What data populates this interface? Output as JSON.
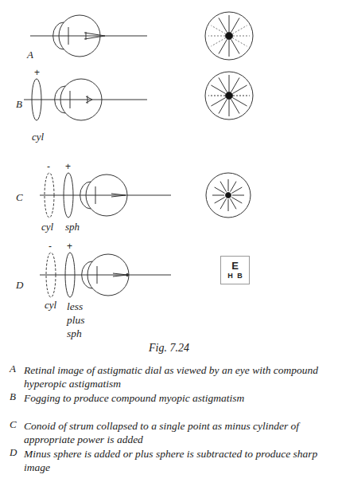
{
  "diagram": {
    "caption": "Fig. 7.24",
    "nodes": [
      {
        "text": [
          "E",
          "H B"
        ]
      }
    ],
    "edges": [],
    "labels": [
      "A",
      "+",
      "B",
      "cyl",
      "-",
      "+",
      "C",
      "cyl",
      "sph",
      "-",
      "+",
      "D",
      "cyl",
      "less plus sph",
      "A",
      "Retinal image of astigmatic dial as viewed by an eye with compound hyperopic astigmatism",
      "B",
      "Fogging to produce compound myopic astigmatism",
      "C",
      "Conoid of strum collapsed to a single point as minus cylinder of appropriate power is added",
      "D",
      "Minus sphere is added or plus sphere is subtracted to produce sharp image"
    ]
  }
}
